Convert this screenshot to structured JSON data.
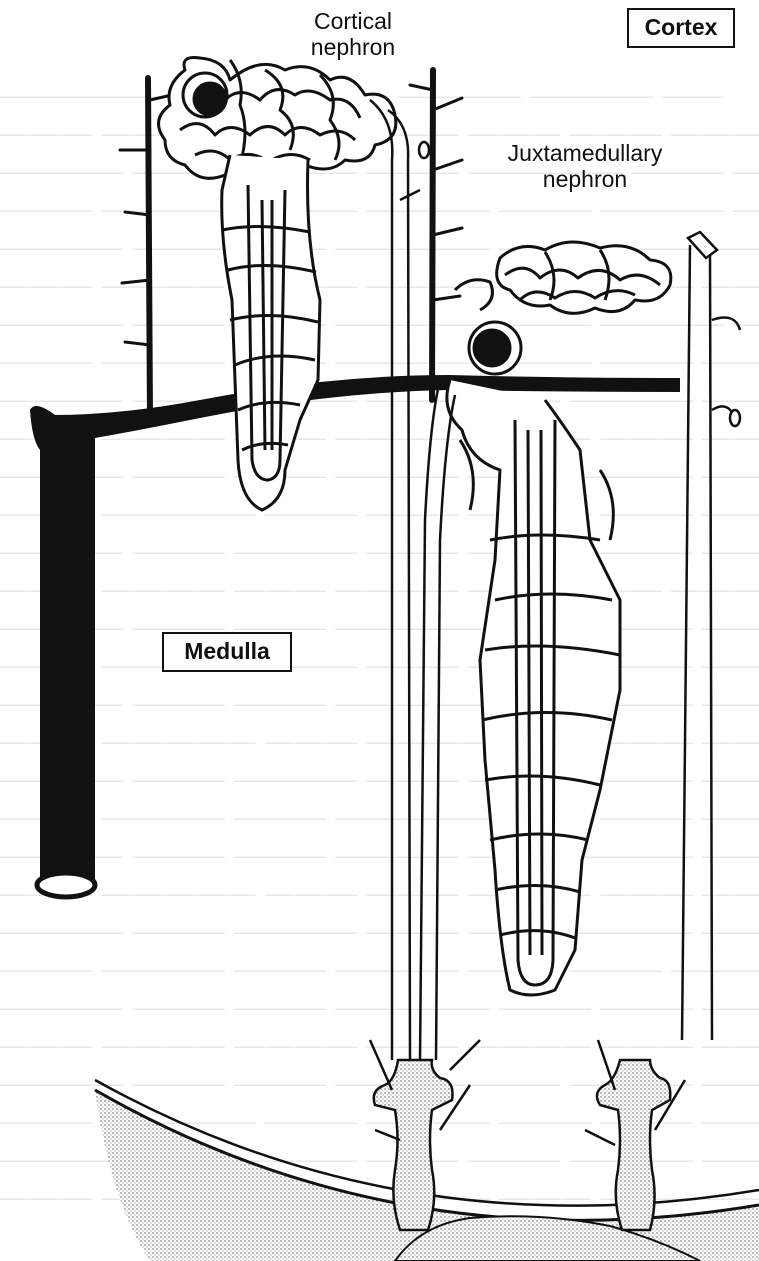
{
  "labels": {
    "cortical": [
      "Cortical",
      "nephron"
    ],
    "juxtamedullary": [
      "Juxtamedullary",
      "nephron"
    ],
    "cortex": "Cortex",
    "medulla": "Medulla"
  },
  "colors": {
    "ink": "#111111",
    "paper": "#ffffff",
    "stipple": "#9a9a9a",
    "page_text": "#d6d6d6"
  }
}
